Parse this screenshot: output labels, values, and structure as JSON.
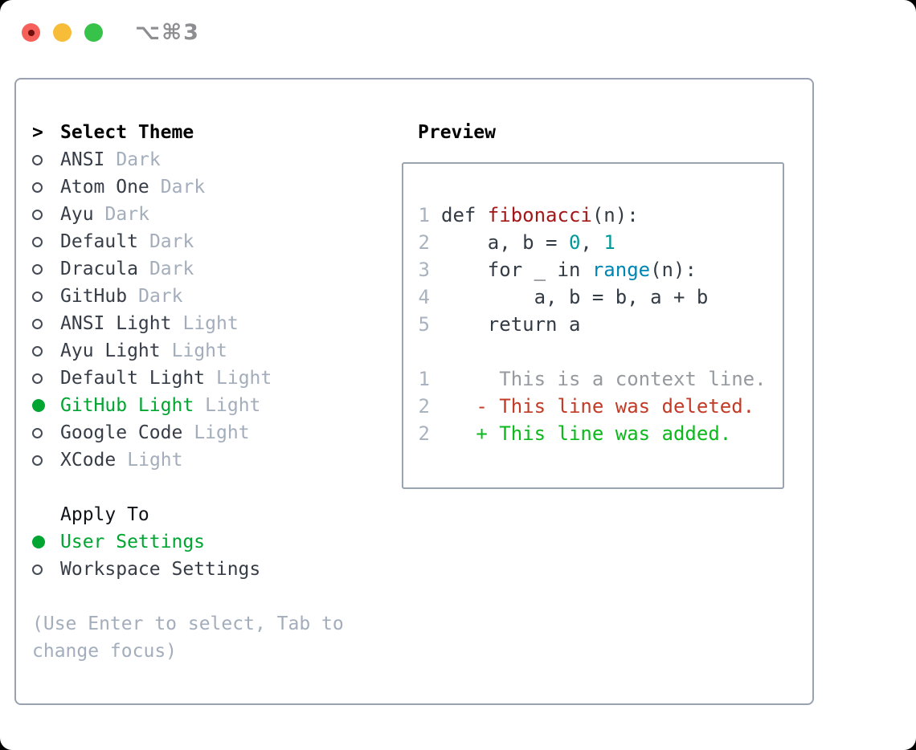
{
  "window": {
    "title": "⌥⌘3"
  },
  "colors": {
    "selected_green": "#00a532",
    "added_green": "#0cb81c",
    "deleted_red": "#c23b26",
    "function_red": "#a31717",
    "number_teal": "#009999",
    "builtin_blue": "#0086b3",
    "muted_gray": "#a3adbb",
    "context_gray": "#96999e",
    "border_gray": "#98a2b0",
    "traffic_red": "#f5605a",
    "traffic_yellow": "#f8bd38",
    "traffic_green": "#37c24a"
  },
  "theme_panel": {
    "cursor": ">",
    "heading": "Select Theme",
    "items": [
      {
        "name": "ANSI",
        "variant": "Dark",
        "selected": false
      },
      {
        "name": "Atom One",
        "variant": "Dark",
        "selected": false
      },
      {
        "name": "Ayu",
        "variant": "Dark",
        "selected": false
      },
      {
        "name": "Default",
        "variant": "Dark",
        "selected": false
      },
      {
        "name": "Dracula",
        "variant": "Dark",
        "selected": false
      },
      {
        "name": "GitHub",
        "variant": "Dark",
        "selected": false
      },
      {
        "name": "ANSI Light",
        "variant": "Light",
        "selected": false
      },
      {
        "name": "Ayu Light",
        "variant": "Light",
        "selected": false
      },
      {
        "name": "Default Light",
        "variant": "Light",
        "selected": false
      },
      {
        "name": "GitHub Light",
        "variant": "Light",
        "selected": true
      },
      {
        "name": "Google Code",
        "variant": "Light",
        "selected": false
      },
      {
        "name": "XCode",
        "variant": "Light",
        "selected": false
      }
    ],
    "apply_to": {
      "heading": "Apply To",
      "options": [
        {
          "label": "User Settings",
          "selected": true
        },
        {
          "label": "Workspace Settings",
          "selected": false
        }
      ]
    },
    "hint": "(Use Enter to select, Tab to change focus)"
  },
  "preview": {
    "heading": "Preview",
    "lines": [
      {
        "num": "1",
        "segments": [
          {
            "text": "def ",
            "style": "code"
          },
          {
            "text": "fibonacci",
            "style": "func"
          },
          {
            "text": "(n):",
            "style": "code"
          }
        ]
      },
      {
        "num": "2",
        "segments": [
          {
            "text": "    a, b = ",
            "style": "code"
          },
          {
            "text": "0",
            "style": "num"
          },
          {
            "text": ", ",
            "style": "code"
          },
          {
            "text": "1",
            "style": "num"
          }
        ]
      },
      {
        "num": "3",
        "segments": [
          {
            "text": "    for _ in ",
            "style": "code"
          },
          {
            "text": "range",
            "style": "builtin"
          },
          {
            "text": "(n):",
            "style": "code"
          }
        ]
      },
      {
        "num": "4",
        "segments": [
          {
            "text": "        a, b = b, a + b",
            "style": "code"
          }
        ]
      },
      {
        "num": "5",
        "segments": [
          {
            "text": "    return a",
            "style": "code"
          }
        ]
      },
      {
        "num": "",
        "segments": []
      },
      {
        "num": "1",
        "segments": [
          {
            "text": "     This is a context line.",
            "style": "context"
          }
        ]
      },
      {
        "num": "2",
        "segments": [
          {
            "text": "   - This line was deleted.",
            "style": "deleted"
          }
        ]
      },
      {
        "num": "2",
        "segments": [
          {
            "text": "   + This line was added.",
            "style": "added"
          }
        ]
      }
    ]
  }
}
